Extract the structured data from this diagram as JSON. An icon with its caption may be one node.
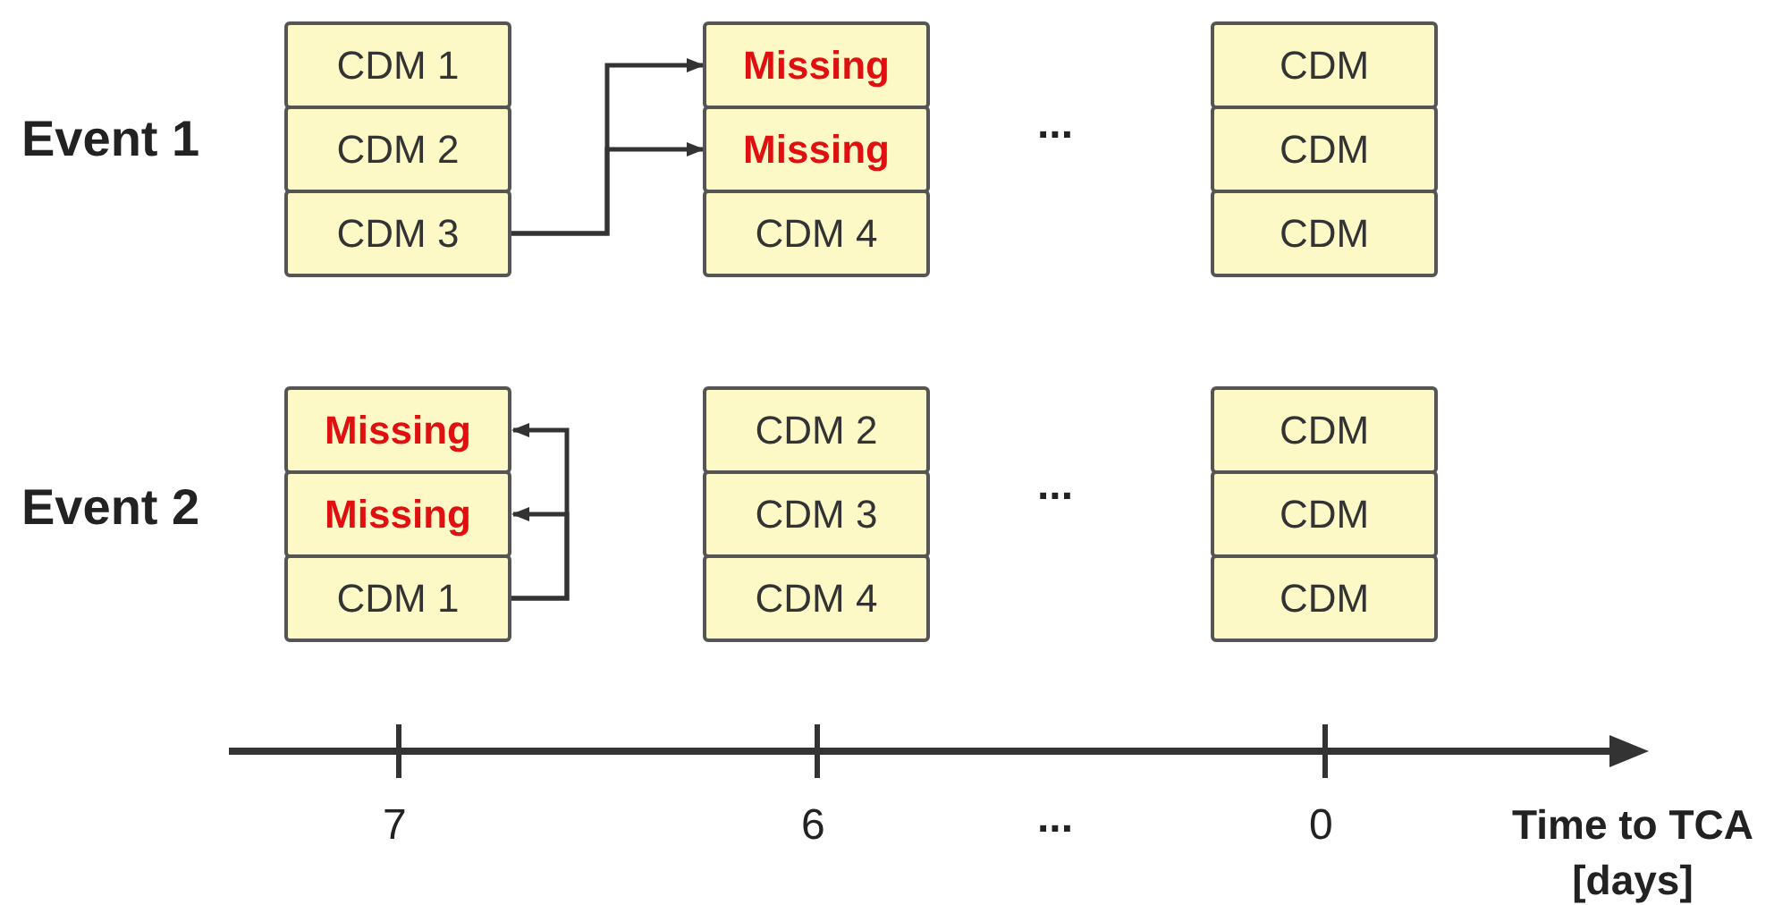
{
  "diagram": {
    "nodes": [
      {
        "text": [
          "CDM 1"
        ]
      },
      {
        "text": [
          "CDM 2"
        ]
      },
      {
        "text": [
          "CDM 3"
        ]
      },
      {
        "text": [
          "Missing"
        ]
      },
      {
        "text": [
          "Missing"
        ]
      },
      {
        "text": [
          "CDM 4"
        ]
      },
      {
        "text": [
          "CDM"
        ]
      },
      {
        "text": [
          "CDM"
        ]
      },
      {
        "text": [
          "CDM"
        ]
      },
      {
        "text": [
          "Missing"
        ]
      },
      {
        "text": [
          "Missing"
        ]
      },
      {
        "text": [
          "CDM 1"
        ]
      },
      {
        "text": [
          "CDM 2"
        ]
      },
      {
        "text": [
          "CDM 3"
        ]
      },
      {
        "text": [
          "CDM 4"
        ]
      },
      {
        "text": [
          "CDM"
        ]
      },
      {
        "text": [
          "CDM"
        ]
      },
      {
        "text": [
          "CDM"
        ]
      }
    ],
    "edges": [
      {
        "from": 2,
        "to": 3,
        "arrow": "to"
      },
      {
        "from": 2,
        "to": 4,
        "arrow": "to"
      },
      {
        "from": 11,
        "to": 9,
        "arrow": "to"
      },
      {
        "from": 11,
        "to": 10,
        "arrow": "to"
      }
    ],
    "labels": [
      "Event 1",
      "...",
      "Event 2",
      "...",
      "7",
      "6",
      "...",
      "0",
      "Time to TCA [days]"
    ]
  }
}
